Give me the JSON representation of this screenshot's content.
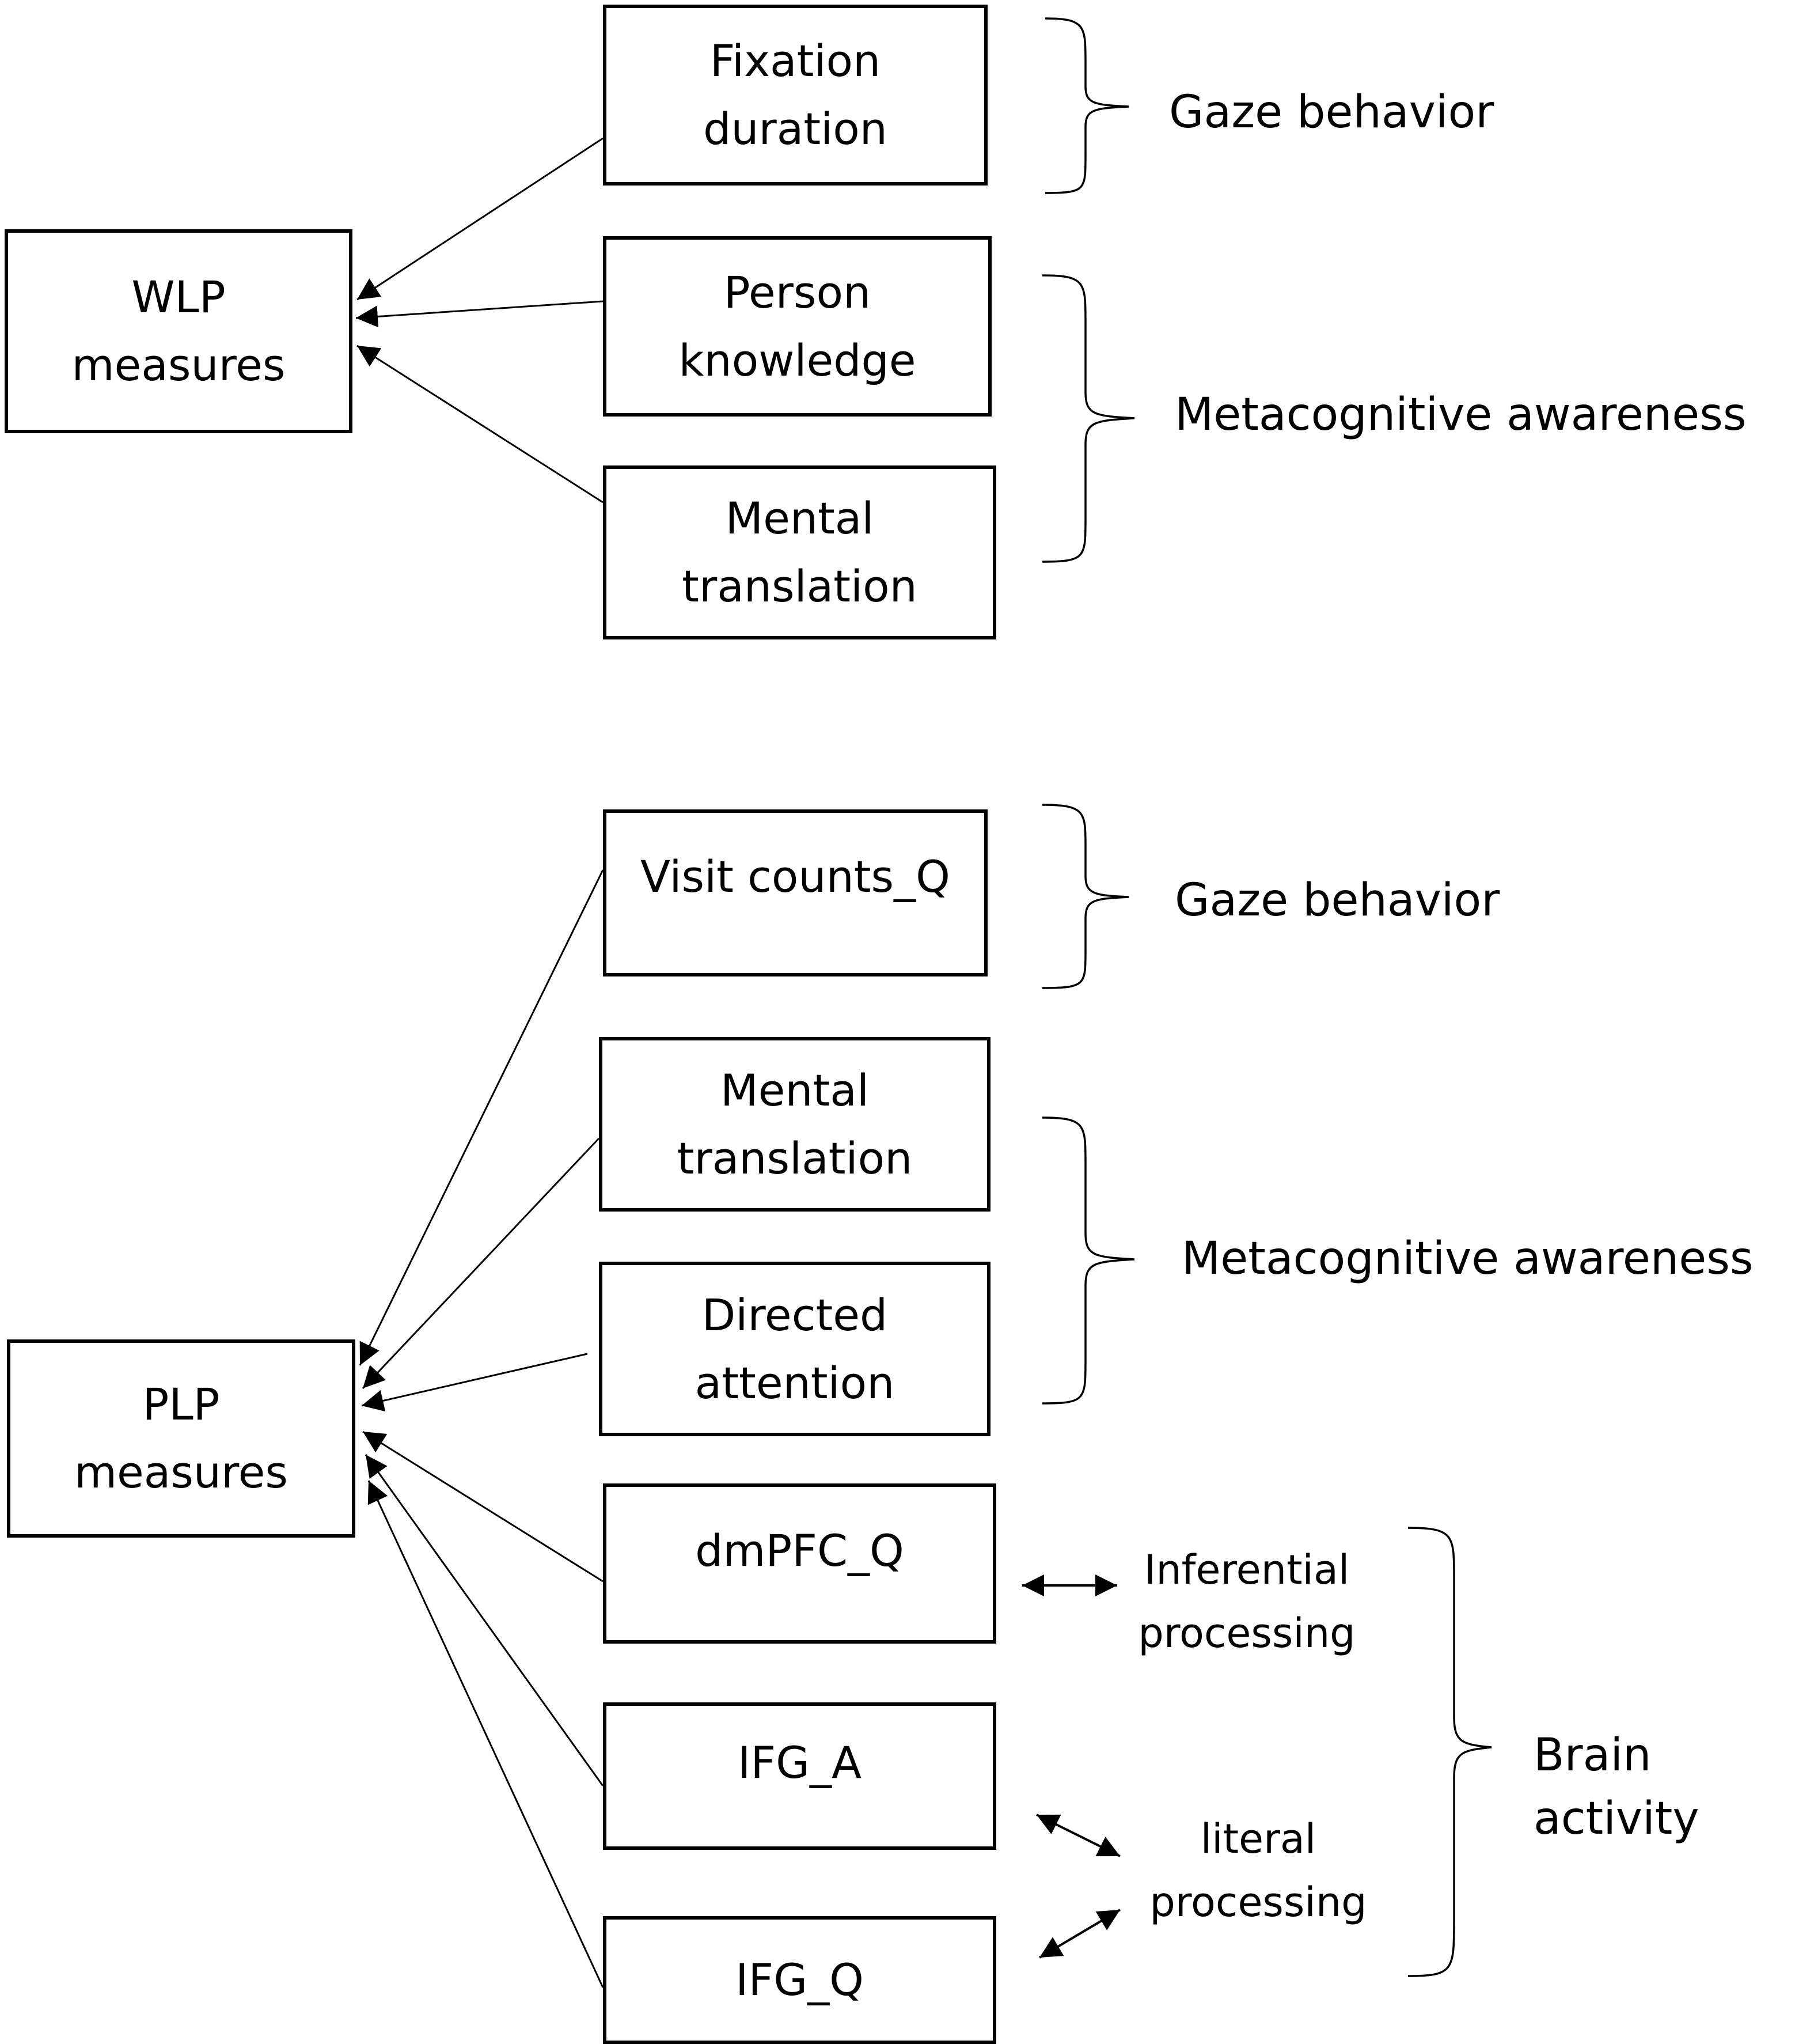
{
  "boxes": {
    "wlp": "WLP\nmeasures",
    "fixation": "Fixation\nduration",
    "person": "Person\nknowledge",
    "mental1": "Mental\ntranslation",
    "plp": "PLP\nmeasures",
    "visit": "Visit counts_Q",
    "mental2": "Mental\ntranslation",
    "directed": "Directed\nattention",
    "dmpfc": "dmPFC_Q",
    "ifga": "IFG_A",
    "ifgq": "IFG_Q"
  },
  "groups": {
    "gaze1": "Gaze behavior",
    "meta1": "Metacognitive awareness",
    "gaze2": "Gaze behavior",
    "meta2": "Metacognitive awareness",
    "brain": "Brain activity"
  },
  "processing": {
    "inferential": "Inferential\nprocessing",
    "literal": "literal\nprocessing"
  }
}
